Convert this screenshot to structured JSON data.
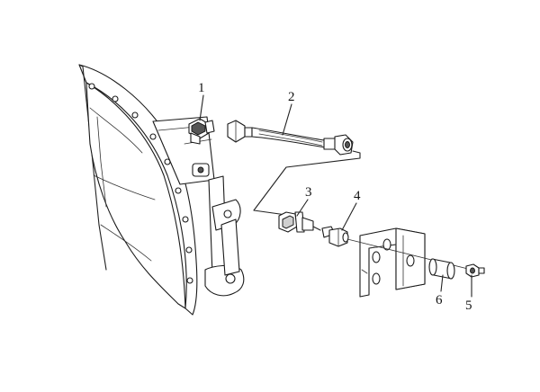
{
  "callouts": [
    {
      "id": "1",
      "label": "1"
    },
    {
      "id": "2",
      "label": "2"
    },
    {
      "id": "3",
      "label": "3"
    },
    {
      "id": "4",
      "label": "4"
    },
    {
      "id": "5",
      "label": "5"
    },
    {
      "id": "6",
      "label": "6"
    }
  ],
  "icons": {
    "housing": "engine-housing-icon",
    "elbow": "elbow-fitting-icon",
    "hose": "hose-assembly-icon",
    "sender": "pressure-sender-icon",
    "adapter": "adapter-fitting-icon",
    "bracket": "mounting-bracket-icon",
    "spacer": "spacer-sleeve-icon",
    "bolt": "bolt-icon"
  },
  "colors": {
    "line": "#222222",
    "fill": "#ffffff",
    "shade": "#cfcfcf"
  }
}
